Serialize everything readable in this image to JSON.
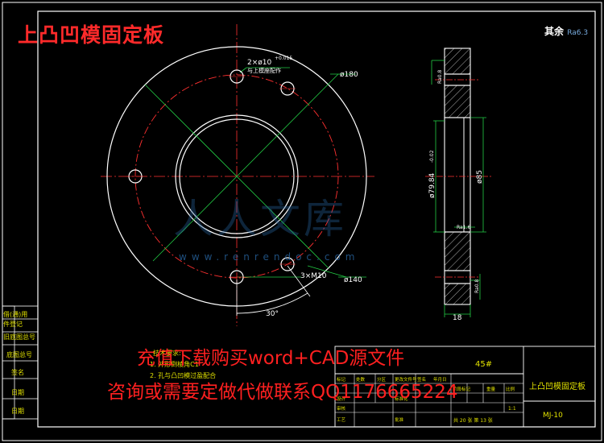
{
  "title": "上凸凹模固定板",
  "rest_roughness": {
    "label": "其余",
    "value": "Ra6.3"
  },
  "watermark": {
    "brand": "人人文库",
    "url": "www.renrendoc.com"
  },
  "promo": {
    "line1": "充值下载购买word+CAD源文件",
    "line2": "咨询或需要定做代做联系QQ1176665224"
  },
  "front_view": {
    "hole_note_line1": "2×ø10",
    "hole_note_tol": "+0.015",
    "hole_note_line2": "与上模座配作",
    "outer_diameter": "ø180",
    "bolt_circle": "ø140",
    "thread_note": "3×M10",
    "angle": "30°"
  },
  "section_view": {
    "bore_diameter": "ø85",
    "counterbore_diameter": "ø79.84",
    "counterbore_tol": "-0.02",
    "thickness": "18",
    "roughness_left_top": "Ra0.8",
    "roughness_mid": "Ra1.6",
    "roughness_right": "Ra0.8"
  },
  "left_stamp": [
    "借(通)用",
    "件登记",
    "旧底图总号",
    "底图总号",
    "签名",
    "日期",
    "日期"
  ],
  "tech_req": {
    "heading": "技术要求:",
    "items": [
      "1. 外形倒棱角C1",
      "2. 孔与凸凹模过盈配合"
    ]
  },
  "title_block": {
    "material": "45#",
    "part_name": "上凸凹模固定板",
    "drawing_no": "MJ-10",
    "scale": "1:1",
    "sheet": "共 20 张   第 13 张",
    "rows": [
      "标记",
      "处数",
      "分区",
      "更改文件号",
      "签名",
      "年月日",
      "设计",
      "标准化",
      "阶段标记",
      "重量",
      "比例",
      "审核",
      "工艺",
      "批准"
    ]
  }
}
